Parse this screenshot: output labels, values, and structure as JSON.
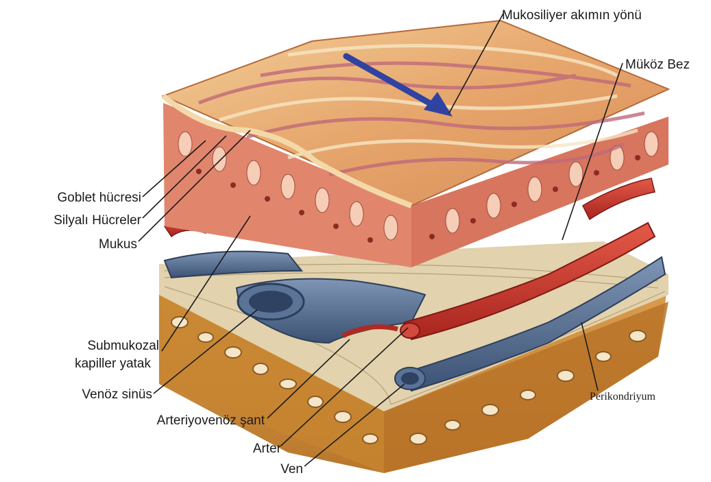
{
  "figure": {
    "labels": {
      "mucociliary_flow": "Mukosiliyer akımın yönü",
      "mucous_gland": "Müköz Bez",
      "goblet_cell": "Goblet hücresi",
      "ciliated_cells": "Silyalı Hücreler",
      "mucus": "Mukus",
      "submucosal_capillary_bed_line1": "Submukozal",
      "submucosal_capillary_bed_line2": "kapiller yatak",
      "venous_sinus": "Venöz sinüs",
      "av_shunt": "Arteriyovenöz şant",
      "artery": "Arter",
      "vein": "Ven",
      "perichondrium": "Perikondriyum"
    },
    "colors": {
      "mucus_surface": "#e9b074",
      "epithelium": "#e0826a",
      "artery": "#c8322c",
      "vein": "#4d6688",
      "connective_tissue": "#d8c6a0",
      "cartilage": "#d2943e",
      "flow_arrow": "#3043a0"
    }
  }
}
